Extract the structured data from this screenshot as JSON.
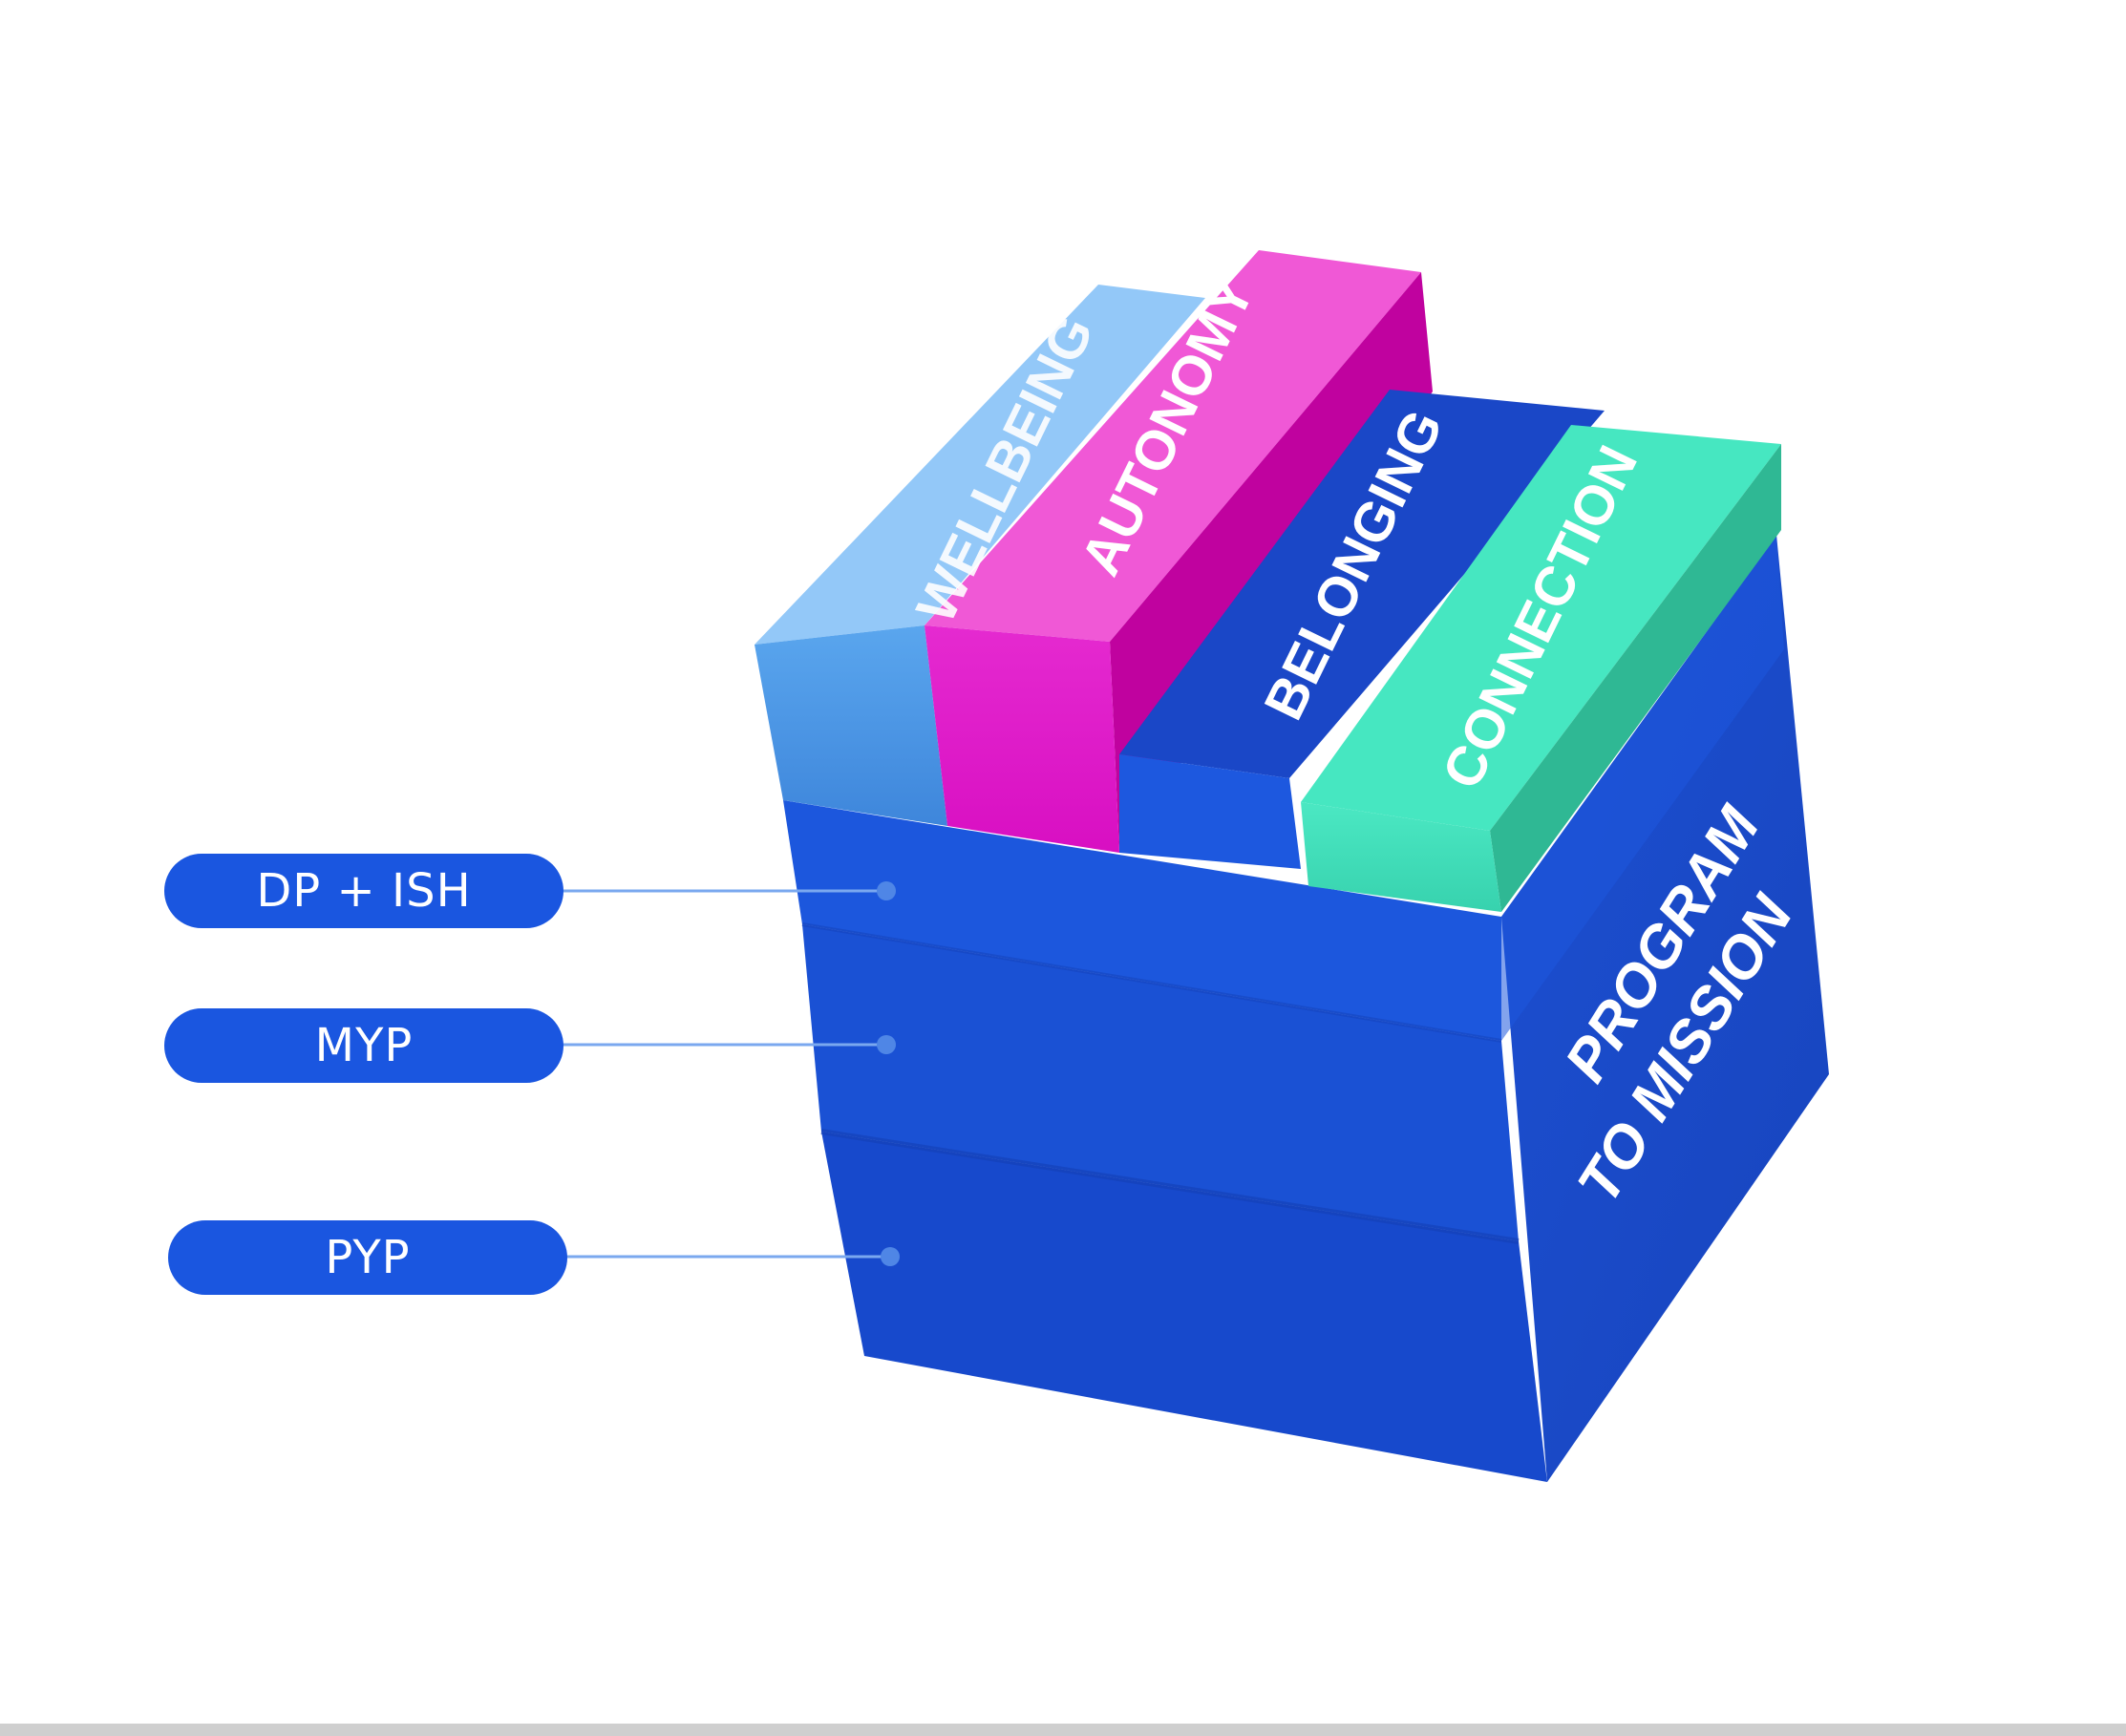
{
  "colors": {
    "background": "#ffffff",
    "pill": "#1a56e0",
    "connector": "#7aa8ef",
    "layer_dark": "#1648c9",
    "layer_mid": "#1c55db",
    "wellbeing": "#8ec5f7",
    "autonomy": "#e72fcf",
    "belonging": "#1a47c7",
    "connection": "#3ee0b9"
  },
  "layers": [
    {
      "id": "dp-ish",
      "label": "DP + ISH"
    },
    {
      "id": "myp",
      "label": "MYP"
    },
    {
      "id": "pyp",
      "label": "PYP"
    }
  ],
  "pillars": [
    {
      "id": "wellbeing",
      "label": "WELLBEING"
    },
    {
      "id": "autonomy",
      "label": "AUTONOMY"
    },
    {
      "id": "belonging",
      "label": "BELONGING"
    },
    {
      "id": "connection",
      "label": "CONNECTION"
    }
  ],
  "side_text": [
    "PROGRAM",
    "TO MISSION"
  ]
}
